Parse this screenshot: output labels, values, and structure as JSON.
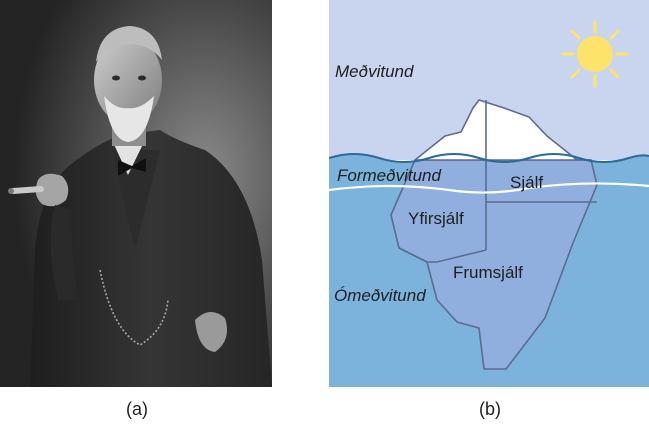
{
  "captions": {
    "a": "(a)",
    "b": "(b)"
  },
  "iceberg": {
    "levels": {
      "conscious": "Meðvitund",
      "preconscious": "Formeðvitund",
      "unconscious": "Ómeðvitund"
    },
    "parts": {
      "ego": "Sjálf",
      "superego": "Yfirsjálf",
      "id": "Frumsjálf"
    }
  },
  "colors": {
    "sky": "#c9d5ee",
    "water": "#7cb3dc",
    "iceberg_underwater": "#90aede",
    "iceberg_outline": "#5a6c8f",
    "sun": "#fde36a",
    "water_line": "#2b6a9a"
  }
}
